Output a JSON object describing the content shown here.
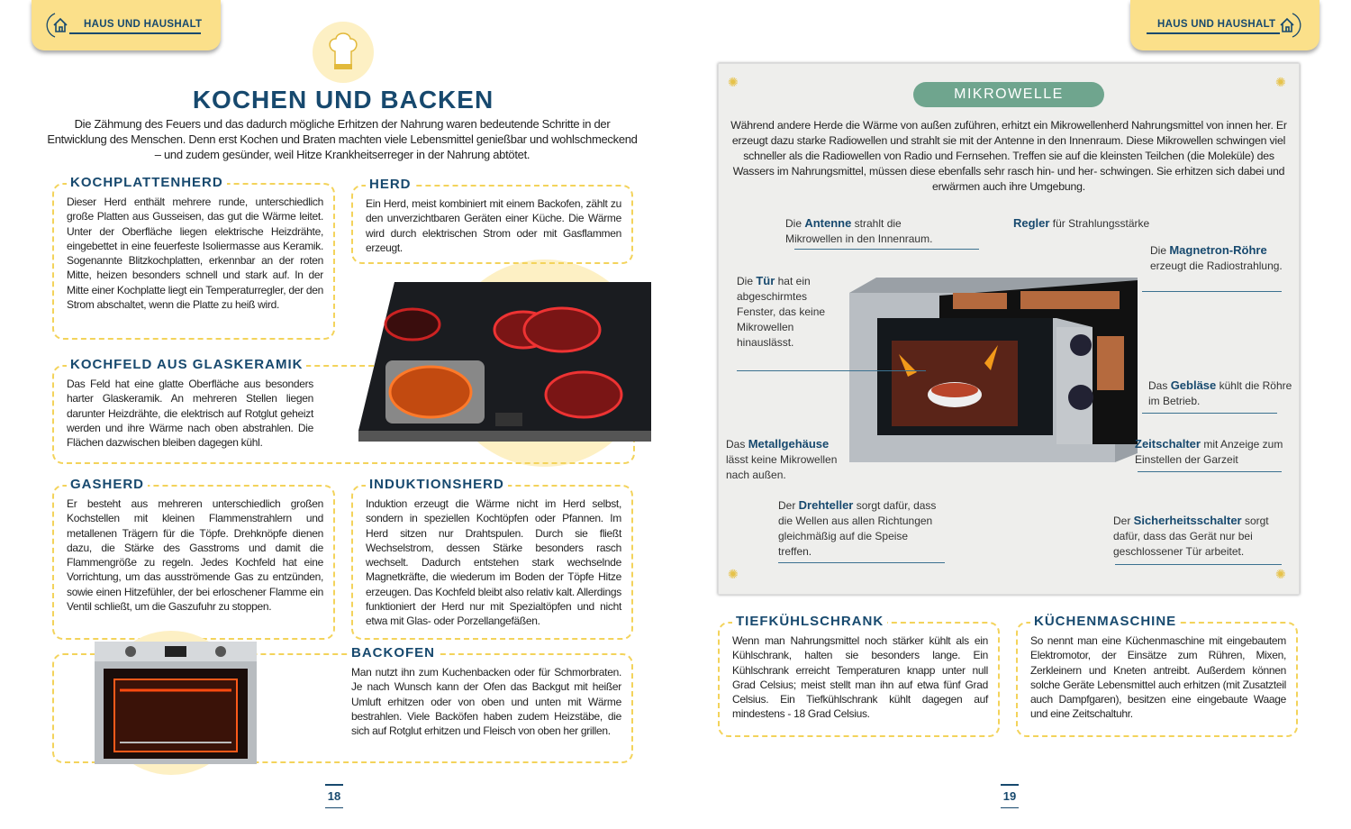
{
  "header": {
    "section": "HAUS UND HAUSHALT",
    "icon": "house-icon"
  },
  "left": {
    "title": "KOCHEN UND BACKEN",
    "intro": "Die Zähmung des Feuers und das dadurch mögliche Erhitzen der Nahrung waren bedeutende Schritte in der Entwicklung des Menschen. Denn erst Kochen und Braten machten viele Lebensmittel genießbar und wohlschmeckend – und zudem gesünder, weil Hitze Krankheitserreger in der Nahrung abtötet.",
    "sections": [
      {
        "title": "KOCHPLATTENHERD",
        "text": "Dieser Herd enthält mehrere runde, unterschiedlich große Platten aus Gusseisen, das gut die Wärme leitet. Unter der Oberfläche liegen elektrische Heizdrähte, eingebettet in eine feuerfeste Isoliermasse aus Keramik. Sogenannte Blitzkochplatten, erkennbar an der roten Mitte, heizen besonders schnell und stark auf. In der Mitte einer Kochplatte liegt ein Temperaturregler, der den Strom abschaltet, wenn die Platte zu heiß wird."
      },
      {
        "title": "HERD",
        "text": "Ein Herd, meist kombiniert mit einem Backofen, zählt zu den unverzichtbaren Geräten einer Küche. Die Wärme wird durch elektrischen Strom oder mit Gasflammen erzeugt."
      },
      {
        "title": "KOCHFELD AUS GLASKERAMIK",
        "text": "Das Feld hat eine glatte Oberfläche aus besonders harter Glaskeramik. An mehreren Stellen liegen darunter Heizdrähte, die elektrisch auf Rotglut geheizt werden und ihre Wärme nach oben abstrahlen. Die Flächen dazwischen bleiben dagegen kühl."
      },
      {
        "title": "GASHERD",
        "text": "Er besteht aus mehreren unterschiedlich großen Kochstellen mit kleinen Flammenstrahlern und metallenen Trägern für die Töpfe. Drehknöpfe dienen dazu, die Stärke des Gasstroms und damit die Flammengröße zu regeln. Jedes Kochfeld hat eine Vorrichtung, um das ausströmende Gas zu entzünden, sowie einen Hitzefühler, der bei erloschener Flamme ein Ventil schließt, um die Gaszufuhr zu stoppen."
      },
      {
        "title": "INDUKTIONSHERD",
        "text": "Induktion erzeugt die Wärme nicht im Herd selbst, sondern in speziellen Kochtöpfen oder Pfannen. Im Herd sitzen nur Drahtspulen. Durch sie fließt Wechselstrom, dessen Stärke besonders rasch wechselt. Dadurch entstehen stark wechselnde Magnetkräfte, die wiederum im Boden der Töpfe Hitze erzeugen. Das Kochfeld bleibt also relativ kalt. Allerdings funktioniert der Herd nur mit Spezialtöpfen und nicht etwa mit Glas- oder Porzellangefäßen."
      },
      {
        "title": "BACKOFEN",
        "text": "Man nutzt ihn zum Kuchenbacken oder für Schmorbraten. Je nach Wunsch kann der Ofen das Backgut mit heißer Umluft erhitzen oder von oben und unten mit Wärme bestrahlen. Viele Backöfen haben zudem Heizstäbe, die sich auf Rotglut erhitzen und Fleisch von oben her grillen."
      }
    ],
    "page": "18"
  },
  "right": {
    "title": "MIKROWELLE",
    "intro": "Während andere Herde die Wärme von außen zuführen, erhitzt ein Mikrowellenherd Nahrungsmittel von innen her. Er erzeugt dazu starke Radiowellen und strahlt sie mit der Antenne in den Innenraum. Diese Mikrowellen schwingen viel schneller als die Radiowellen von Radio und Fernsehen. Treffen sie auf die kleinsten Teilchen (die Moleküle) des Wassers im Nahrungsmittel, müssen diese ebenfalls sehr rasch hin- und her- schwingen. Sie erhitzen sich dabei und erwärmen auch ihre Umgebung.",
    "labels": [
      {
        "pre": "Die ",
        "key": "Antenne",
        "post": " strahlt die Mikrowellen in den Innenraum."
      },
      {
        "pre": "",
        "key": "Regler",
        "post": " für Strahlungsstärke"
      },
      {
        "pre": "Die ",
        "key": "Magnetron-Röhre",
        "post": " erzeugt die Radiostrahlung."
      },
      {
        "pre": "Die ",
        "key": "Tür",
        "post": " hat ein abgeschirmtes Fenster, das keine Mikrowellen hinauslässt."
      },
      {
        "pre": "Das ",
        "key": "Gebläse",
        "post": " kühlt die Röhre im Betrieb."
      },
      {
        "pre": "Das ",
        "key": "Metallgehäuse",
        "post": " lässt keine Mikrowellen nach außen."
      },
      {
        "pre": "",
        "key": "Zeitschalter",
        "post": " mit Anzeige zum Einstellen der Garzeit"
      },
      {
        "pre": "Der ",
        "key": "Drehteller",
        "post": " sorgt dafür, dass die Wellen aus allen Richtungen gleichmäßig auf die Speise treffen."
      },
      {
        "pre": "Der ",
        "key": "Sicherheitsschalter",
        "post": " sorgt dafür, dass das Gerät nur bei geschlossener Tür arbeitet."
      }
    ],
    "sections": [
      {
        "title": "TIEFKÜHLSCHRANK",
        "text": "Wenn man Nahrungsmittel noch stärker kühlt als ein Kühlschrank, halten sie besonders lange. Ein Kühlschrank erreicht Temperaturen knapp unter null Grad Celsius; meist stellt man ihn auf etwa fünf Grad Celsius. Ein Tiefkühlschrank kühlt dagegen auf mindestens - 18 Grad Celsius."
      },
      {
        "title": "KÜCHENMASCHINE",
        "text": "So nennt man eine Küchenmaschine mit eingebautem Elektromotor, der Einsätze zum Rühren, Mixen, Zerkleinern und Kneten antreibt. Außerdem können solche Geräte Lebensmittel auch erhitzen (mit Zusatzteil auch Dampfgaren), besitzen eine eingebaute Waage und eine Zeitschaltuhr."
      }
    ],
    "page": "19"
  },
  "colors": {
    "accent": "#17496e",
    "yellow": "#fbe08a",
    "dash": "#f3d35b",
    "green": "#6fa58e"
  }
}
